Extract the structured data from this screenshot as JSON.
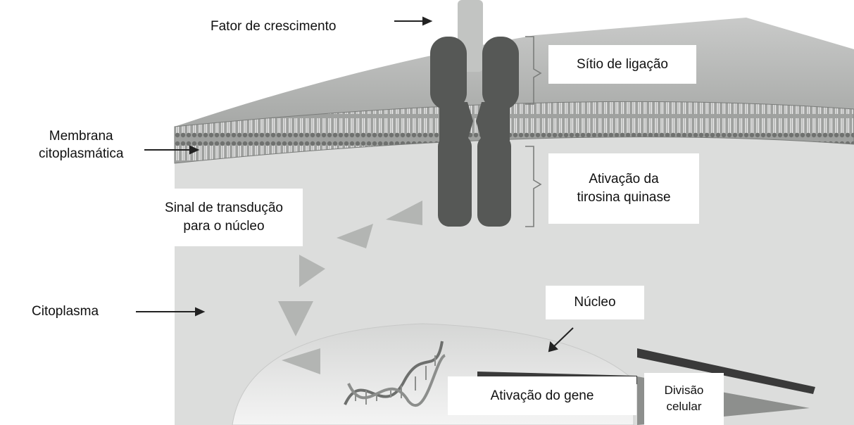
{
  "labels": {
    "growth_factor": "Fator de crescimento",
    "binding_site": "Sítio de ligação",
    "membrane": "Membrana\ncitoplasmática",
    "kinase_activation": "Ativação da\ntirosina quinase",
    "signal_transduction": "Sinal de transdução\npara o núcleo",
    "cytoplasm": "Citoplasma",
    "nucleus": "Núcleo",
    "gene_activation": "Ativação do gene",
    "cell_division": "Divisão\ncelular"
  },
  "colors": {
    "background": "#ffffff",
    "membrane_top": "#aeb0ae",
    "cell_interior": "#dcdddc",
    "receptor": "#555755",
    "signal_arrows": "#b3b5b3",
    "arrows": "#222222"
  },
  "icons": {
    "receptor": "receptor-tyrosine-kinase-icon",
    "dna": "dna-helix-icon",
    "signal": "signal-triangle-icon"
  }
}
